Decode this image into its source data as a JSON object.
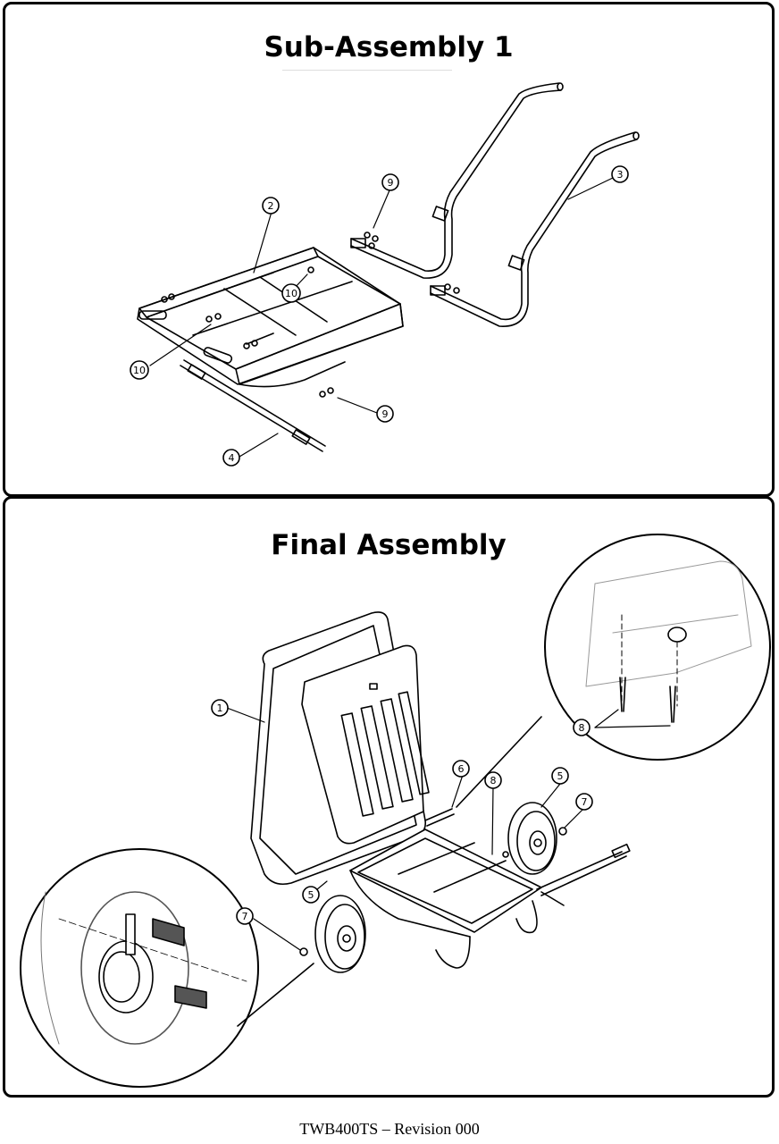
{
  "sections": {
    "sub_assembly": {
      "title": "Sub-Assembly 1"
    },
    "final_assembly": {
      "title": "Final Assembly"
    }
  },
  "callouts": {
    "sub": {
      "c2": "2",
      "c3": "3",
      "c4": "4",
      "c9a": "9",
      "c9b": "9",
      "c10a": "10",
      "c10b": "10"
    },
    "final": {
      "c1": "1",
      "c5a": "5",
      "c5b": "5",
      "c6": "6",
      "c7a": "7",
      "c7b": "7",
      "c8a": "8",
      "c8b": "8"
    }
  },
  "footer": {
    "text": "TWB400TS – Revision 000"
  }
}
